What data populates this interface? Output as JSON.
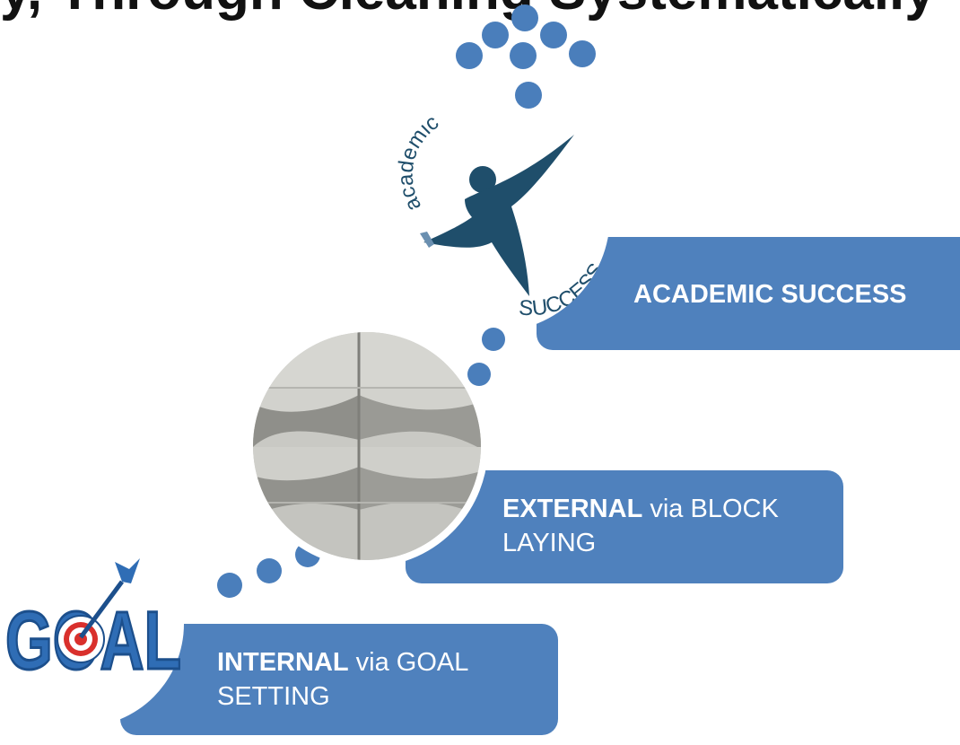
{
  "header": {
    "title_fragment": "y, Through Cleaning Systematically"
  },
  "colors": {
    "box": "#4f81bd",
    "dot": "#4a7ebb",
    "figure": "#1f4e6b",
    "goal_blue": "#2f6db5",
    "goal_red": "#d9302c"
  },
  "logo": {
    "word_top": "academic",
    "word_bottom": "SUCCESS"
  },
  "goal_logo": {
    "letters": "GOAL"
  },
  "steps": [
    {
      "bold": "ACADEMIC SUCCESS",
      "rest": ""
    },
    {
      "bold": "EXTERNAL",
      "rest": " via BLOCK LAYING"
    },
    {
      "bold": "INTERNAL",
      "rest": " via GOAL SETTING"
    }
  ]
}
